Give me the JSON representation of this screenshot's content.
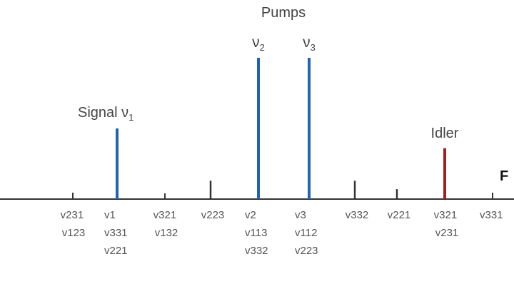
{
  "labels": {
    "pumps": "Pumps",
    "signal": "Signal",
    "idler": "Idler",
    "axis_cut": "F"
  },
  "symbols": {
    "nu": "ν",
    "sig_sub": "1",
    "p1_sub": "2",
    "p2_sub": "3"
  },
  "freq_groups": [
    [
      "v231",
      "v123"
    ],
    [
      "v1",
      "v331",
      "v221"
    ],
    [
      "v321",
      "v132"
    ],
    [
      "v223"
    ],
    [
      "v2",
      "v113",
      "v332"
    ],
    [
      "v3",
      "v112",
      "v223"
    ],
    [
      "v332"
    ],
    [
      "v221"
    ],
    [
      "v321",
      "v231"
    ],
    [
      "v331"
    ]
  ],
  "colors": {
    "pump": "#1f64b7",
    "signal": "#1f64b7",
    "idler": "#a51d1d",
    "axis": "#333333"
  },
  "line_heights": {
    "signal": 0.5,
    "pump_2": 1.0,
    "pump_3": 1.0,
    "idler": 0.36,
    "mix_v223": 0.13,
    "mix_v332": 0.13,
    "mix_v221": 0.07
  }
}
